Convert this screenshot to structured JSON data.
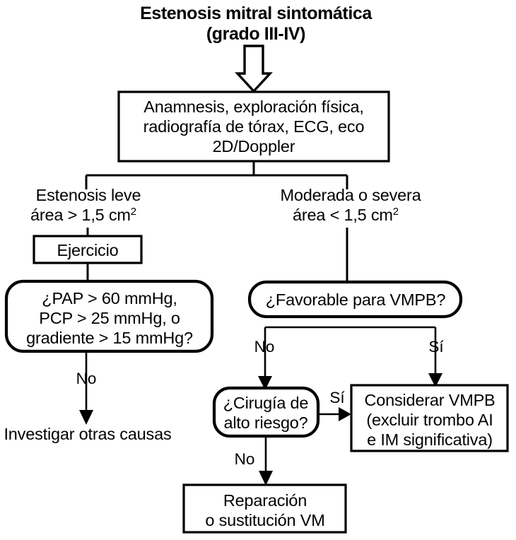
{
  "diagram": {
    "title_lines": [
      "Estenosis mitral sintomática",
      "(grado III-IV)"
    ],
    "nodes": {
      "assessment": {
        "type": "process",
        "lines": [
          "Anamnesis, exploración física,",
          "radiografía de tórax, ECG, eco",
          "2D/Doppler"
        ]
      },
      "mild_branch": {
        "type": "branch-label",
        "line1": "Estenosis leve",
        "line2_pre": "área > 1,5 cm",
        "line2_sup": "2"
      },
      "severe_branch": {
        "type": "branch-label",
        "line1": "Moderada o severa",
        "line2_pre": "área < 1,5 cm",
        "line2_sup": "2"
      },
      "exercise": {
        "type": "process",
        "lines": [
          "Ejercicio"
        ]
      },
      "hemodynamics": {
        "type": "decision",
        "lines": [
          "¿PAP > 60 mmHg,",
          "PCP > 25 mmHg, o",
          "gradiente > 15 mmHg?"
        ]
      },
      "favorable_pmbv": {
        "type": "decision",
        "lines": [
          "¿Favorable para VMPB?"
        ]
      },
      "high_risk_surgery": {
        "type": "decision",
        "lines": [
          "¿Cirugía de",
          "alto riesgo?"
        ]
      },
      "consider_pmbv": {
        "type": "process",
        "lines": [
          "Considerar VMPB",
          "(excluir trombo AI",
          "e IM significativa)"
        ]
      },
      "repair_replace": {
        "type": "process",
        "lines": [
          "Reparación",
          "o sustitución VM"
        ]
      },
      "other_causes": {
        "type": "terminal-text",
        "lines": [
          "Investigar otras causas"
        ]
      }
    },
    "edge_labels": {
      "hemodynamics_no": "No",
      "favorable_no": "No",
      "favorable_si": "Sí",
      "highrisk_si": "Sí",
      "highrisk_no": "No"
    },
    "colors": {
      "stroke": "#000000",
      "fill": "#ffffff",
      "text": "#000000"
    }
  }
}
